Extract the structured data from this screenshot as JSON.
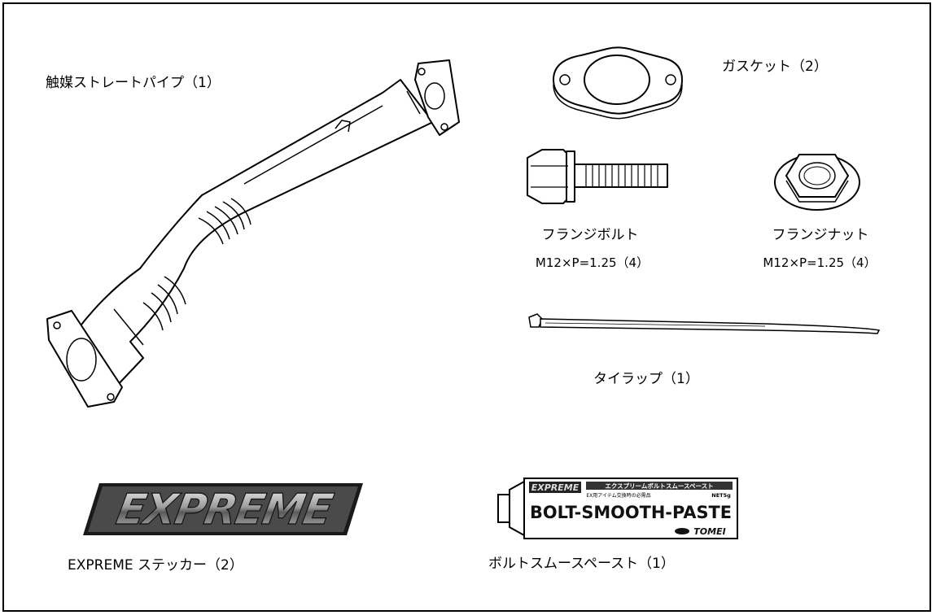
{
  "parts": {
    "pipe_label": "触媒ストレートパイプ（1）",
    "gasket_label": "ガスケット（2）",
    "bolt_label": "フランジボルト",
    "bolt_spec": "M12×P=1.25（4）",
    "nut_label": "フランジナット",
    "nut_spec": "M12×P=1.25（4）",
    "tie_label": "タイラップ（1）",
    "sticker_label": "EXPREME ステッカー（2）",
    "paste_label": "ボルトスムースペースト（1）"
  },
  "logo": {
    "text": "EXPREME"
  },
  "paste_tube": {
    "brand": "EXPREME",
    "title_jp": "エクスプリームボルトスムースペースト",
    "small_jp": "EX用アイテム交換時の必需品",
    "net": "NET5g",
    "name": "BOLT-SMOOTH-PASTE",
    "maker": "TOMEI"
  }
}
